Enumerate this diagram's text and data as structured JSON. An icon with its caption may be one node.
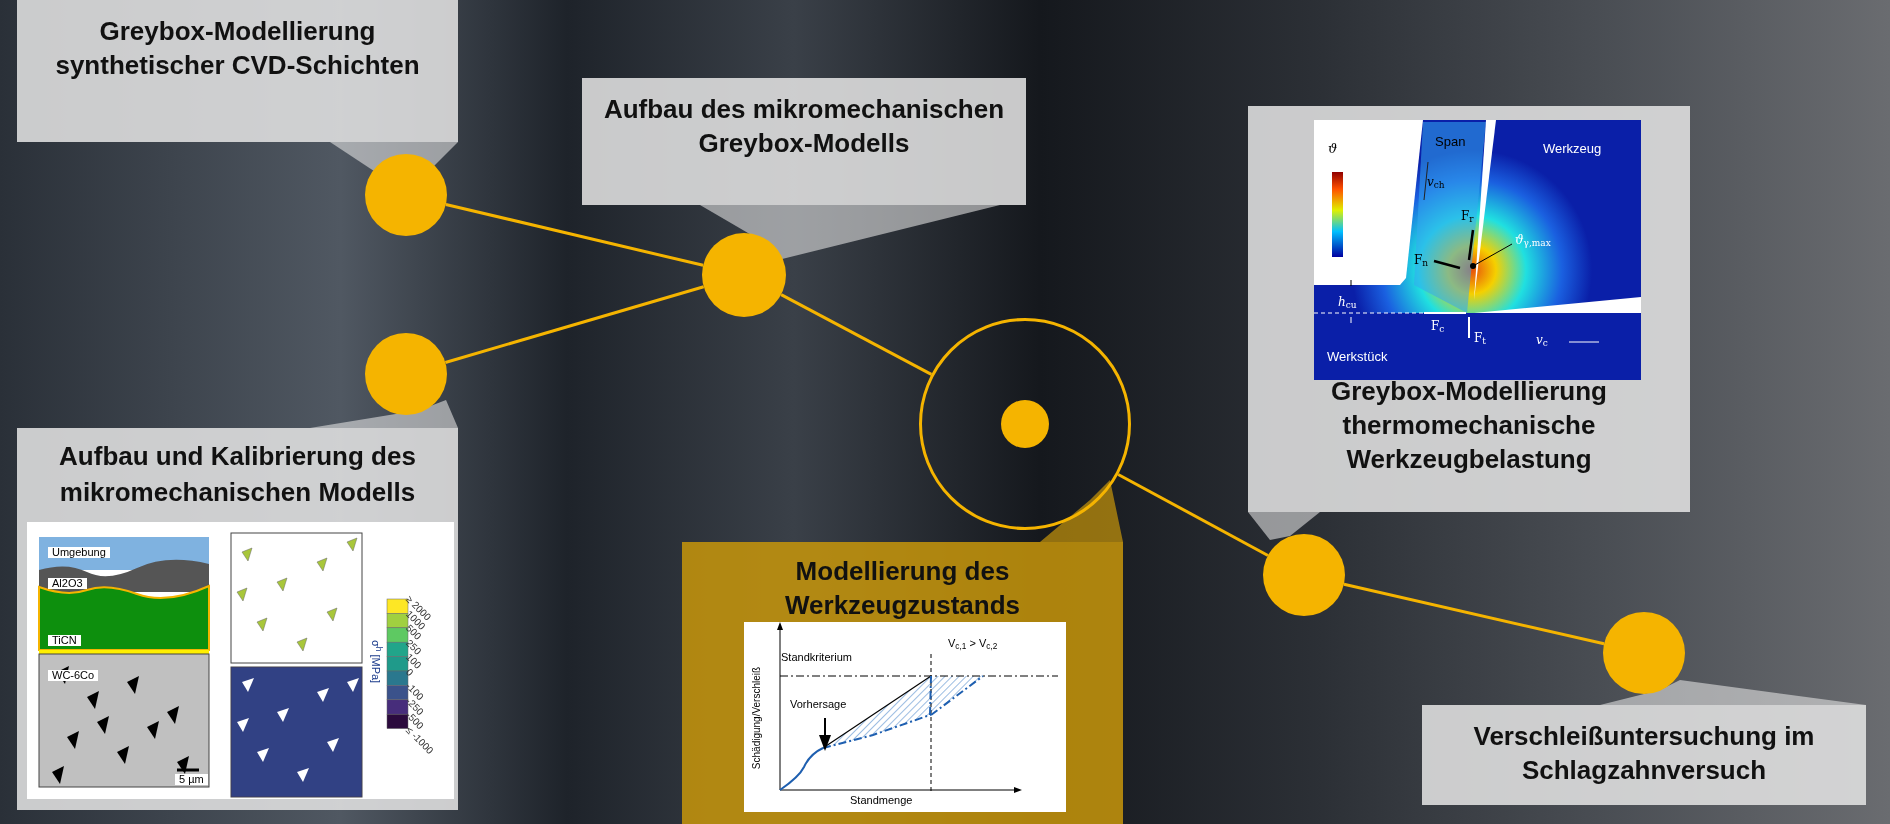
{
  "diagram": {
    "nodes": [
      {
        "text": [
          "Greybox-Modellierung synthetischer CVD-Schichten"
        ]
      },
      {
        "text": [],
        "shape": "circle"
      },
      {
        "text": [
          "Aufbau des mikromechanischen Greybox-Modells"
        ]
      },
      {
        "text": [],
        "shape": "circle"
      },
      {
        "text": [],
        "shape": "circle"
      },
      {
        "text": [
          "Aufbau und Kalibrierung des mikromechanischen Modells"
        ]
      },
      {
        "text": [],
        "shape": "circle"
      },
      {
        "text": [],
        "shape": "circle",
        "in": 6
      },
      {
        "text": [
          "Greybox-Modellierung thermomechanische Werkzeugbelastung"
        ]
      },
      {
        "text": [
          "Modellierung des Werkzeugzustands"
        ]
      },
      {
        "text": [],
        "shape": "circle"
      },
      {
        "text": [],
        "shape": "circle"
      },
      {
        "text": [
          "Verschleißuntersuchung im Schlagzahnversuch"
        ]
      }
    ],
    "edges": [
      {
        "from": 1,
        "to": 3,
        "arrow": "none"
      },
      {
        "from": 4,
        "to": 3,
        "arrow": "none"
      },
      {
        "from": 3,
        "to": 6,
        "arrow": "none"
      },
      {
        "from": 6,
        "to": 10,
        "arrow": "none"
      },
      {
        "from": 10,
        "to": 11,
        "arrow": "none"
      }
    ],
    "labels": [
      "Umgebung",
      "Al2O3",
      "TiCN",
      "WC-6Co",
      "5 µm",
      "≥ 2000",
      "1000",
      "500",
      "250",
      "100",
      "0",
      "-100",
      "-250",
      "-500",
      "≤ -1000",
      "σ$^{h}$ [MPa]",
      "Standkriterium",
      "Vorhersage",
      "V$_{c,1}$ > V$_{c,2}$",
      "Schädigung/Verschleiß",
      "Standmenge",
      "ϑ",
      "Span",
      "Werkzeug",
      "*v*$_{ch}$",
      "F$_{r}$",
      "*ϑ*$_{γ,max}$",
      "F$_{n}$",
      "*h*$_{cu}$",
      "F$_{c}$",
      "F$_{t}$",
      "*v*$_{c}$",
      "Werkstück"
    ]
  }
}
